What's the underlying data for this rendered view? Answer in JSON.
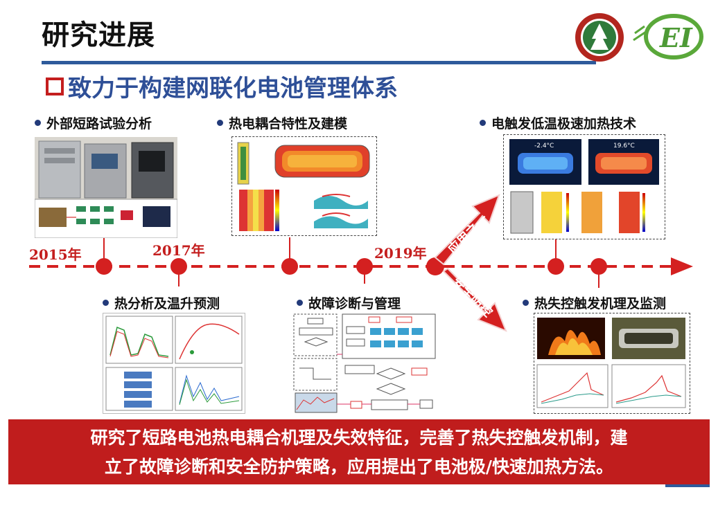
{
  "header": {
    "title": "研究进展",
    "subtitle": "致力于构建网联化电池管理体系",
    "logos": [
      "university-logo",
      "ei-lab-logo"
    ]
  },
  "timeline": {
    "years": [
      "2015年",
      "2017年",
      "2019年"
    ],
    "colors": {
      "line": "#d42020",
      "dot": "#d42020"
    }
  },
  "items": {
    "external_short_circuit": "外部短路试验分析",
    "electro_thermal": "热电耦合特性及建模",
    "low_temp_heating": "电触发低温极速加热技术",
    "thermal_analysis": "热分析及温升预测",
    "fault_diagnosis": "故障诊断与管理",
    "thermal_runaway": "热失控触发机理及监测"
  },
  "arrows": {
    "application": "应用之一",
    "safety": "安全防控"
  },
  "images": {
    "heating_temps": [
      "-2.4°C",
      "19.6°C"
    ]
  },
  "summary": {
    "line1": "研究了短路电池热电耦合机理及失效特征，完善了热失控触发机制，建",
    "line2": "立了故障诊断和安全防护策略，应用提出了电池极/快速加热方法。"
  }
}
